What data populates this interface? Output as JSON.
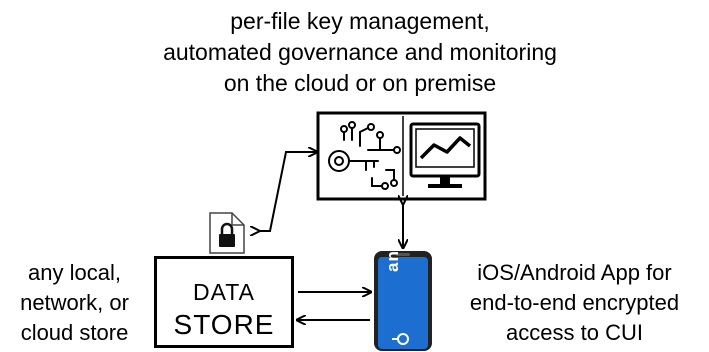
{
  "captions": {
    "top": [
      "per-file key management,",
      "automated governance and monitoring",
      "on the cloud or on premise"
    ],
    "left": [
      "any local,",
      "network, or",
      "cloud store"
    ],
    "right": [
      "iOS/Android App for",
      "end-to-end encrypted",
      "access to CUI"
    ]
  },
  "data_store": {
    "line1": "DATA",
    "line2": "STORE"
  },
  "app": {
    "brand": "anchor",
    "accent_color": "#1c6fd0"
  },
  "icons": [
    "key-circuit-icon",
    "monitor-chart-icon",
    "file-lock-icon",
    "phone-icon"
  ]
}
